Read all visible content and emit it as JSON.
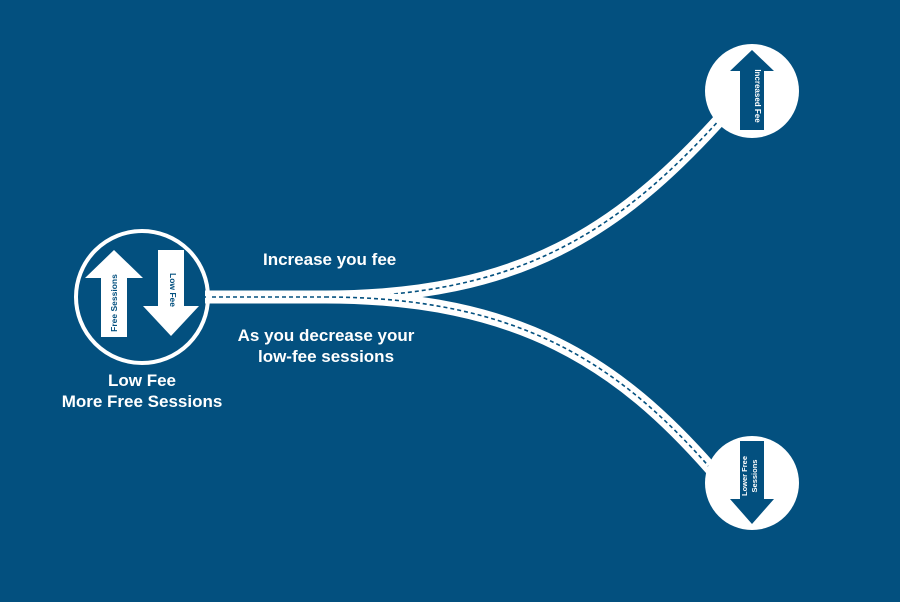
{
  "colors": {
    "background": "#03507f",
    "foreground": "#ffffff",
    "dash": "#03507f"
  },
  "start_node": {
    "up_arrow_label": "Free Sessions",
    "down_arrow_label": "Low Fee",
    "caption_line1": "Low Fee",
    "caption_line2": "More Free Sessions"
  },
  "upper_branch": {
    "label": "Increase you fee",
    "node_arrow_label": "Increased Fee"
  },
  "lower_branch": {
    "label_line1": "As you decrease your",
    "label_line2": "low-fee sessions",
    "node_arrow_label_line1": "Lower Free",
    "node_arrow_label_line2": "Sessions"
  }
}
